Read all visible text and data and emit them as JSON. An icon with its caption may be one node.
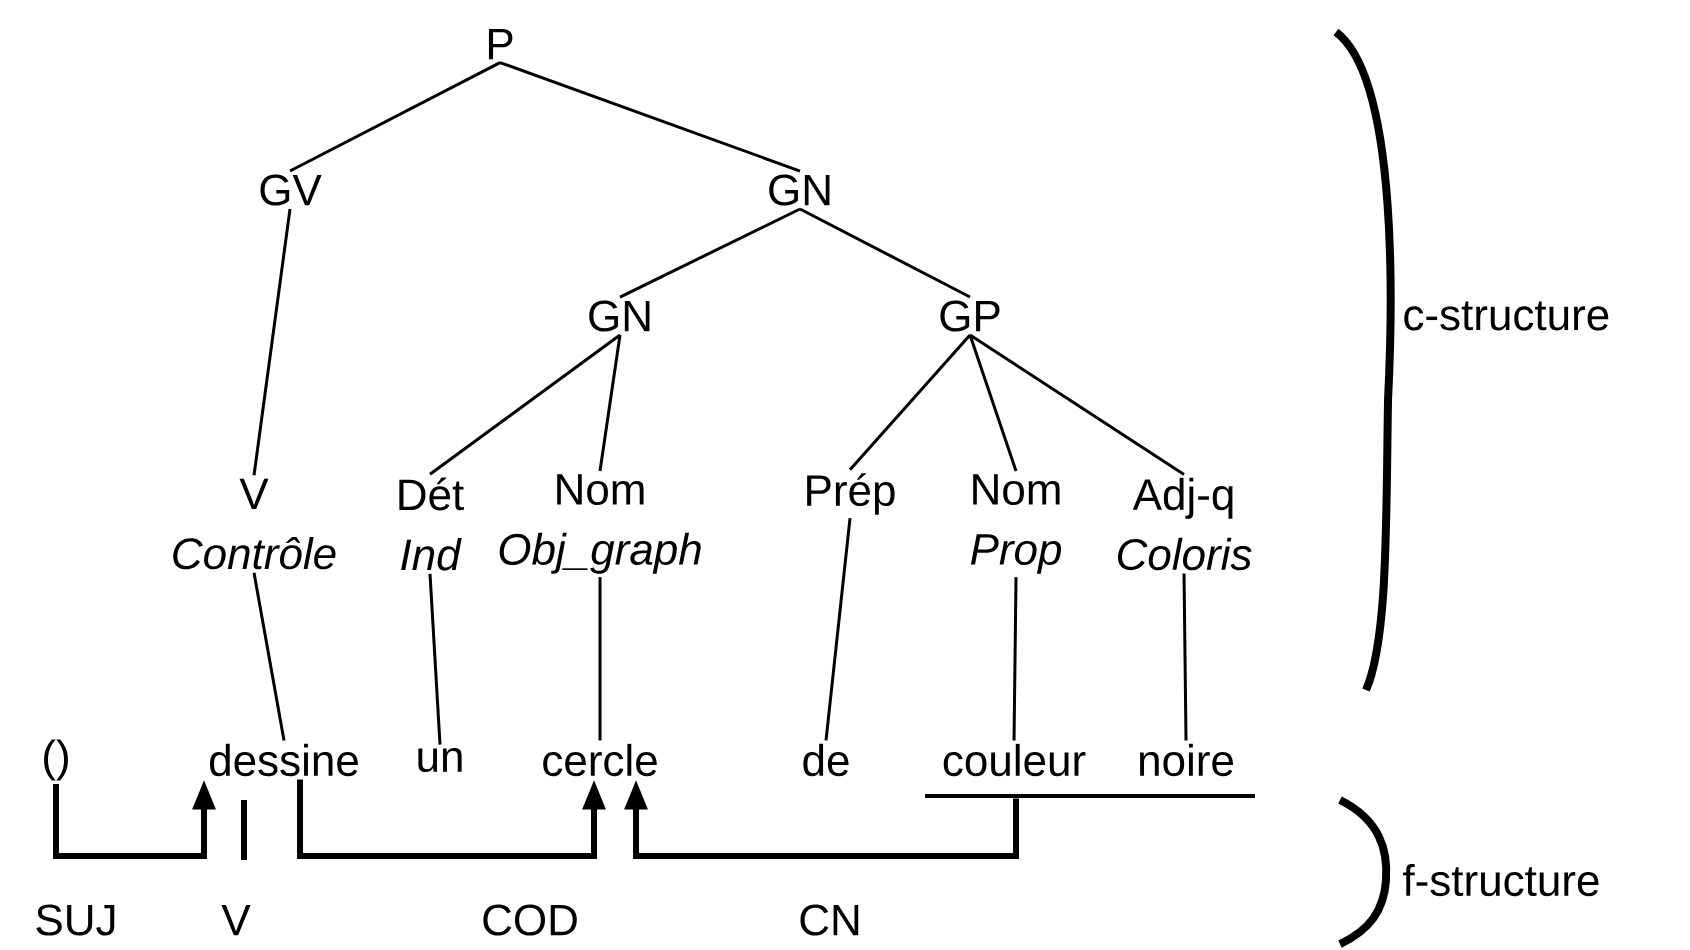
{
  "diagram": {
    "nodes": [
      {
        "text": [
          "P"
        ]
      },
      {
        "text": [
          "GV"
        ]
      },
      {
        "text": [
          "GN"
        ]
      },
      {
        "text": [
          "GN"
        ]
      },
      {
        "text": [
          "GP"
        ]
      },
      {
        "text": [
          "V",
          "Contrôle"
        ]
      },
      {
        "text": [
          "Dét",
          "Ind"
        ]
      },
      {
        "text": [
          "Nom",
          "Obj_graph"
        ]
      },
      {
        "text": [
          "Prép"
        ]
      },
      {
        "text": [
          "Nom",
          "Prop"
        ]
      },
      {
        "text": [
          "Adj-q",
          "Coloris"
        ]
      },
      {
        "text": [
          "()"
        ]
      },
      {
        "text": [
          "dessine"
        ]
      },
      {
        "text": [
          "un"
        ]
      },
      {
        "text": [
          "cercle"
        ]
      },
      {
        "text": [
          "de"
        ]
      },
      {
        "text": [
          "couleur"
        ]
      },
      {
        "text": [
          "noire"
        ]
      },
      {
        "text": [],
        "shape": "bar"
      }
    ],
    "edges": [
      {
        "from": 0,
        "to": 1,
        "arrow": "none"
      },
      {
        "from": 0,
        "to": 2,
        "arrow": "none"
      },
      {
        "from": 2,
        "to": 3,
        "arrow": "none"
      },
      {
        "from": 2,
        "to": 4,
        "arrow": "none"
      },
      {
        "from": 1,
        "to": 5,
        "arrow": "none"
      },
      {
        "from": 3,
        "to": 6,
        "arrow": "none"
      },
      {
        "from": 3,
        "to": 7,
        "arrow": "none"
      },
      {
        "from": 4,
        "to": 8,
        "arrow": "none"
      },
      {
        "from": 4,
        "to": 9,
        "arrow": "none"
      },
      {
        "from": 4,
        "to": 10,
        "arrow": "none"
      },
      {
        "from": 5,
        "to": 12,
        "arrow": "none"
      },
      {
        "from": 6,
        "to": 13,
        "arrow": "none"
      },
      {
        "from": 7,
        "to": 14,
        "arrow": "none"
      },
      {
        "from": 8,
        "to": 15,
        "arrow": "none"
      },
      {
        "from": 9,
        "to": 16,
        "arrow": "none"
      },
      {
        "from": 10,
        "to": 17,
        "arrow": "none"
      },
      {
        "from": 11,
        "to": 12,
        "arrow": "to",
        "label": "SUJ",
        "style": "thick"
      },
      {
        "from": 12,
        "to": 14,
        "arrow": "to",
        "label": "COD",
        "style": "thick"
      },
      {
        "from": 18,
        "to": 14,
        "arrow": "to",
        "label": "CN",
        "style": "thick"
      }
    ],
    "labels": [
      "V",
      "c-structure",
      "f-structure"
    ]
  }
}
